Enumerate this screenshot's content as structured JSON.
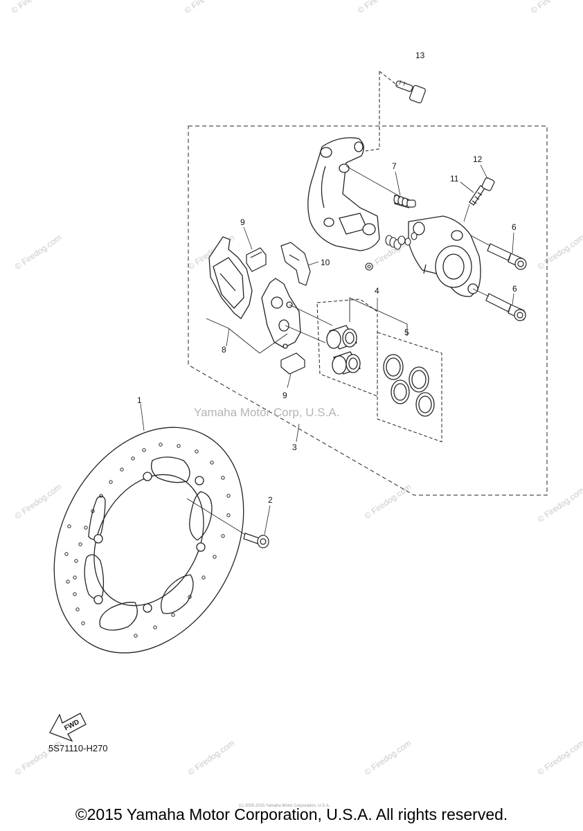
{
  "callouts": {
    "c1": "1",
    "c2": "2",
    "c3": "3",
    "c4": "4",
    "c5": "5",
    "c6a": "6",
    "c6b": "6",
    "c7": "7",
    "c8": "8",
    "c9a": "9",
    "c9b": "9",
    "c10": "10",
    "c11": "11",
    "c12": "12",
    "c13": "13"
  },
  "fwd_label": "FWD",
  "center_watermark": "Yamaha Motor Corp, U.S.A.",
  "watermark_text": "© Firedog.com",
  "part_code": "5S71110-H270",
  "tiny_note": "(c) 2005-2015 Yamaha Motor Corporation, U.S.A.",
  "copyright": "©2015 Yamaha Motor Corporation, U.S.A. All rights reserved."
}
